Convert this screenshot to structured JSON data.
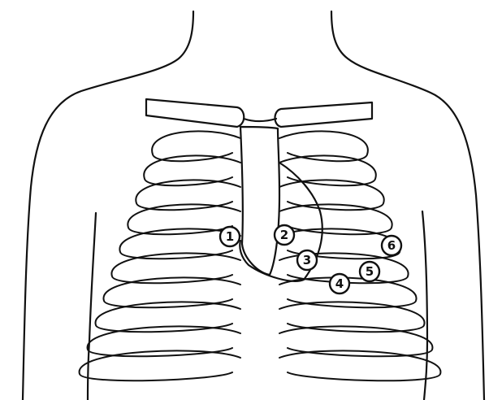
{
  "electrodes": [
    {
      "label": "1"
    },
    {
      "label": "2"
    },
    {
      "label": "3"
    },
    {
      "label": "4"
    },
    {
      "label": "5"
    },
    {
      "label": "6"
    }
  ],
  "colors": {
    "ink": "#111111",
    "background": "#ffffff"
  }
}
